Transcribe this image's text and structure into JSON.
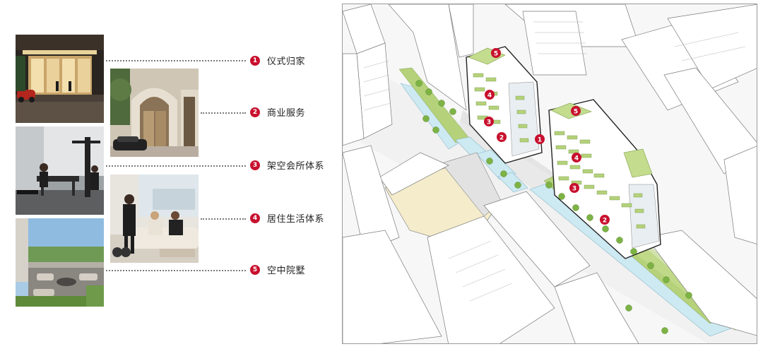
{
  "legend": {
    "items": [
      {
        "number": "1",
        "label": "仪式归家"
      },
      {
        "number": "2",
        "label": "商业服务"
      },
      {
        "number": "3",
        "label": "架空会所体系"
      },
      {
        "number": "4",
        "label": "居住生活体系"
      },
      {
        "number": "5",
        "label": "空中院墅"
      }
    ]
  },
  "markers": {
    "building_a": [
      "5",
      "4",
      "3",
      "2"
    ],
    "building_b": [
      "5",
      "1",
      "4",
      "3",
      "2"
    ]
  },
  "colors": {
    "accent_red": "#c8102e",
    "green_roof": "#b5d27a",
    "water": "#cde9f2",
    "plaza": "#f4eccb"
  }
}
